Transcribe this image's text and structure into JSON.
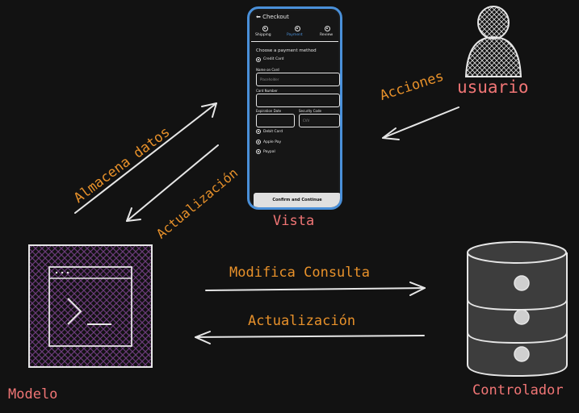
{
  "diagram": {
    "labels": {
      "usuario": "usuario",
      "vista": "Vista",
      "modelo": "Modelo",
      "controlador": "Controlador",
      "acciones": "Acciones",
      "almacena_datos": "Almacena datos",
      "actualizacion_vista": "Actualización",
      "modifica_consulta": "Modifica  Consulta",
      "actualizacion_modelo": "Actualización"
    },
    "colors": {
      "label_orange": "#e8912a",
      "label_pink": "#f07575",
      "phone_border": "#4a90d9",
      "terminal_hatch": "#6b3a7a",
      "stroke": "#e6e6e6"
    },
    "icons": [
      "user-icon",
      "terminal-icon",
      "database-icon",
      "phone-icon"
    ]
  },
  "phone": {
    "header": "Checkout",
    "steps": [
      "Shipping",
      "Payment",
      "Review"
    ],
    "section_title": "Choose a payment method",
    "option_selected": "Credit Card",
    "name_label": "Name on Card",
    "name_placeholder": "Placeholder",
    "card_label": "Card Number",
    "expiry_label": "Expiration Date",
    "security_label": "Security Code",
    "cvv_placeholder": "CVV",
    "options": [
      "Debit Card",
      "Apple Pay",
      "Paypal"
    ],
    "confirm_button": "Confirm and Continue"
  }
}
